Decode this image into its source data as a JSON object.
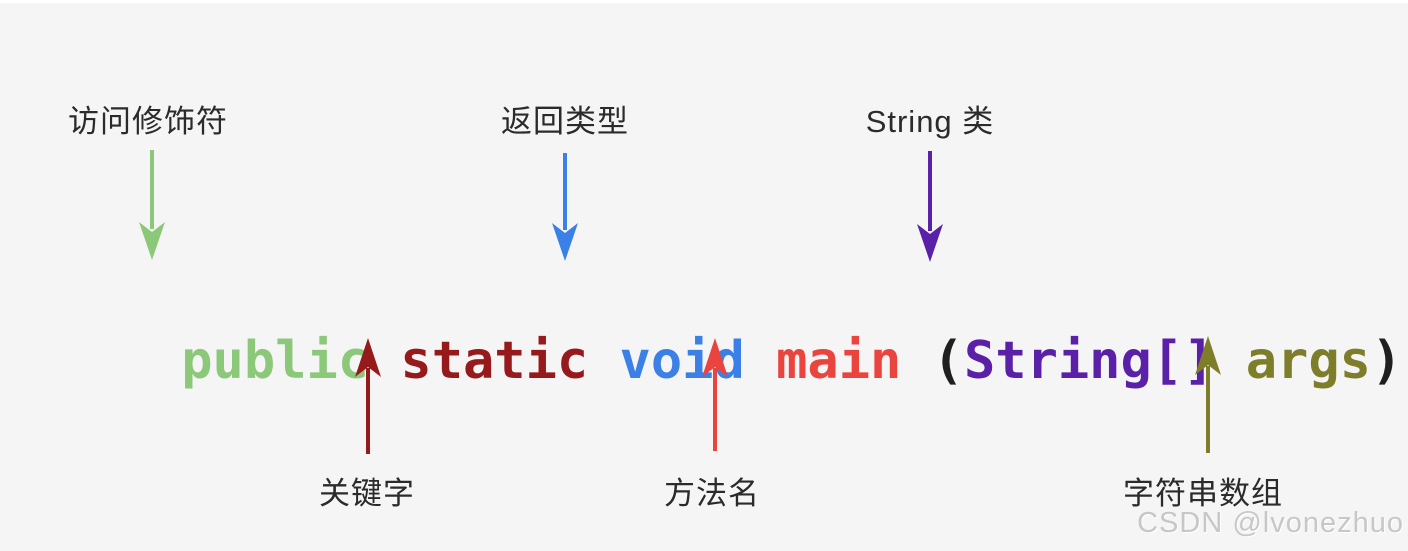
{
  "code": {
    "tokens": [
      {
        "text": "public",
        "color": "#8cc87a"
      },
      {
        "text": " ",
        "color": "#1a1a1a"
      },
      {
        "text": "static",
        "color": "#96191c"
      },
      {
        "text": " ",
        "color": "#1a1a1a"
      },
      {
        "text": "void",
        "color": "#3b80e6"
      },
      {
        "text": " ",
        "color": "#1a1a1a"
      },
      {
        "text": "main",
        "color": "#ea443e"
      },
      {
        "text": " (",
        "color": "#1f1f1f"
      },
      {
        "text": "String[]",
        "color": "#5a21a8"
      },
      {
        "text": " ",
        "color": "#1a1a1a"
      },
      {
        "text": "args",
        "color": "#7e7e2a"
      },
      {
        "text": ")",
        "color": "#1f1f1f"
      }
    ]
  },
  "annotations": {
    "access_modifier": {
      "label": "访问修饰符",
      "color": "#8cc87a"
    },
    "return_type": {
      "label": "返回类型",
      "color": "#3b80e6"
    },
    "string_class": {
      "label": "String 类",
      "color": "#5a21a8"
    },
    "keyword": {
      "label": "关键字",
      "color": "#96191c"
    },
    "method_name": {
      "label": "方法名",
      "color": "#ea443e"
    },
    "string_array": {
      "label": "字符串数组",
      "color": "#7e7e2a"
    }
  },
  "watermark": {
    "text": "CSDN @lvonezhuo",
    "color": "#c7c7c7"
  }
}
